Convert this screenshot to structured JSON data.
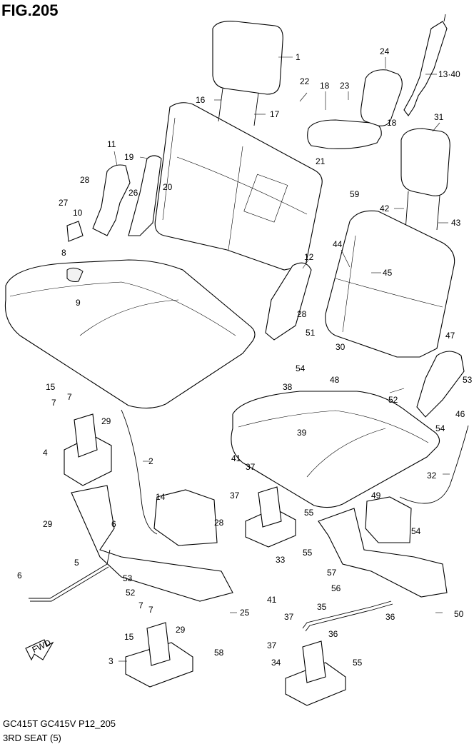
{
  "figure": {
    "title": "FIG.205",
    "footer_models": "GC415T GC415V P12_205",
    "footer_section": "3RD SEAT (5)",
    "fwd_label": "FWD"
  },
  "callouts": [
    "1",
    "2",
    "3",
    "4",
    "5",
    "6",
    "6",
    "7",
    "7",
    "7",
    "7",
    "8",
    "9",
    "10",
    "11",
    "12",
    "13·40",
    "14",
    "15",
    "15",
    "16",
    "17",
    "18",
    "18",
    "19",
    "20",
    "21",
    "22",
    "23",
    "24",
    "25",
    "26",
    "27",
    "28",
    "28",
    "28",
    "29",
    "29",
    "29",
    "30",
    "31",
    "32",
    "33",
    "34",
    "35",
    "36",
    "36",
    "37",
    "37",
    "37",
    "37",
    "38",
    "39",
    "41",
    "41",
    "42",
    "43",
    "44",
    "45",
    "46",
    "47",
    "48",
    "49",
    "50",
    "51",
    "52",
    "52",
    "53",
    "53",
    "54",
    "54",
    "54",
    "55",
    "55",
    "55",
    "56",
    "57",
    "58",
    "59"
  ]
}
